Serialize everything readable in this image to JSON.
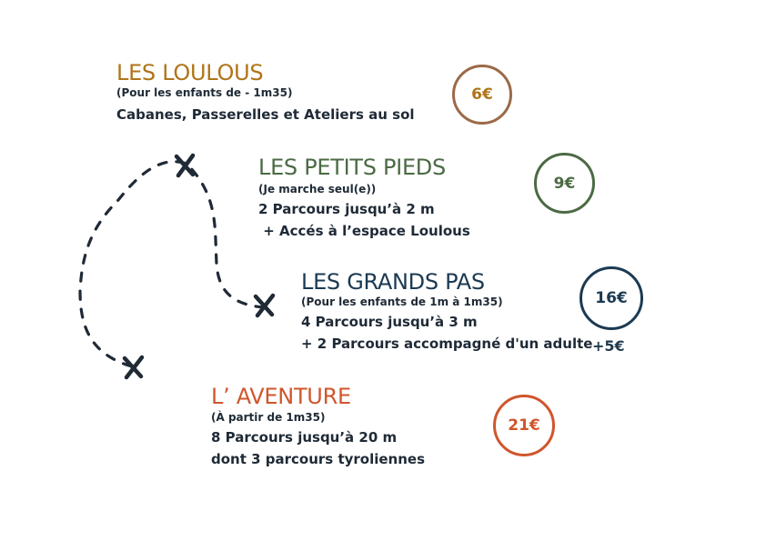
{
  "colors": {
    "loulous": "#b07518",
    "loulous_ring": "#9b6a48",
    "petits_pieds": "#4b6a44",
    "grands_pas": "#1c3a52",
    "aventure": "#d0562c",
    "ink": "#1f2a36"
  },
  "loulous": {
    "title": "LES LOULOUS",
    "subtitle": "(Pour les enfants de - 1m35)",
    "lines": [
      "Cabanes, Passerelles et Ateliers au sol"
    ],
    "price": "6€"
  },
  "petits_pieds": {
    "title": "LES PETITS PIEDS",
    "subtitle": "(Je marche seul(e))",
    "lines": [
      "2 Parcours jusqu’à 2 m",
      " + Accés à l’espace Loulous"
    ],
    "price": "9€"
  },
  "grands_pas": {
    "title": "LES GRANDS PAS",
    "subtitle": "(Pour les enfants de 1m à 1m35)",
    "lines": [
      "4 Parcours jusqu’à 3 m",
      "+ 2 Parcours accompagné d'un adulte"
    ],
    "price": "16€",
    "extra_price": "+5€"
  },
  "aventure": {
    "title": "L’ AVENTURE",
    "subtitle": "(À partir de 1m35)",
    "lines": [
      "8 Parcours  jusqu’à 20 m",
      "dont 3 parcours tyroliennes"
    ],
    "price": "21€"
  },
  "icons": [
    "treasure-map-path",
    "x-mark-icon"
  ]
}
